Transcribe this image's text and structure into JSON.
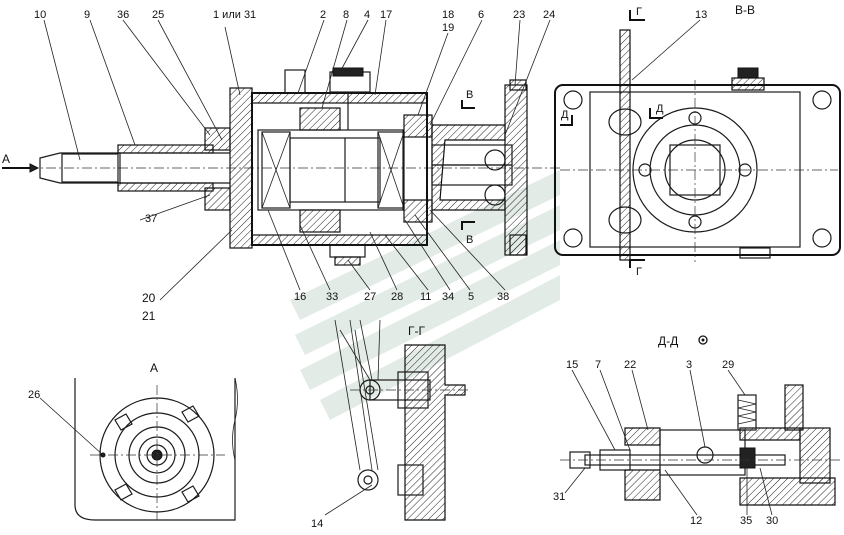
{
  "callouts": {
    "c10": "10",
    "c9": "9",
    "c36": "36",
    "c25": "25",
    "c1or31": "1 или 31",
    "c2": "2",
    "c8": "8",
    "c4": "4",
    "c17": "17",
    "c18": "18",
    "c19": "19",
    "c6": "6",
    "c23": "23",
    "c24": "24",
    "c13": "13",
    "c37": "37",
    "c20": "20",
    "c21": "21",
    "c16": "16",
    "c33": "33",
    "c27": "27",
    "c28": "28",
    "c11": "11",
    "c34": "34",
    "c5": "5",
    "c38": "38",
    "c26": "26",
    "c14": "14",
    "c15": "15",
    "c7": "7",
    "c22": "22",
    "c3": "3",
    "c29": "29",
    "c31": "31",
    "c12": "12",
    "c35": "35",
    "c30": "30"
  },
  "section_labels": {
    "view_a_arrow": "А",
    "view_a": "А",
    "section_bb": "В-В",
    "section_b_top": "В",
    "section_b_bottom": "В",
    "section_gg": "Г-Г",
    "g_top": "Г",
    "g_bottom": "Г",
    "d_left": "Д",
    "d_right": "Д",
    "section_dd": "Д-Д"
  }
}
